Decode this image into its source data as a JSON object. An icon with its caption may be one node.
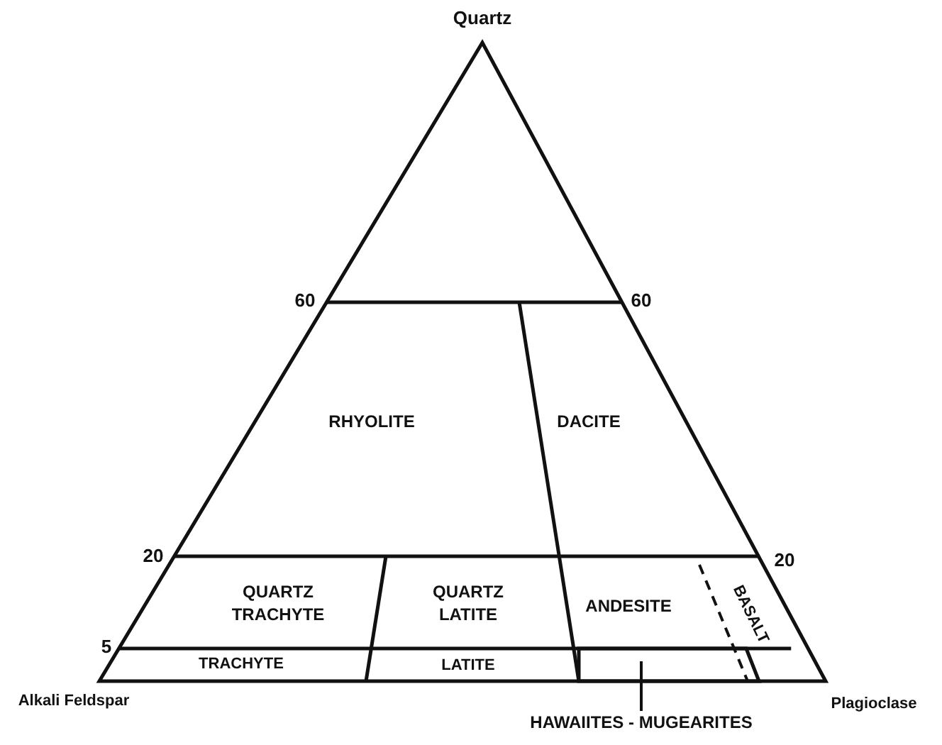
{
  "diagram": {
    "nodes": [
      {
        "text": [
          "HAWAIITES - MUGEARITES"
        ]
      },
      {
        "text": [],
        "shape": "box"
      }
    ],
    "edges": [
      {
        "from": 0,
        "to": 1,
        "arrow": "none"
      }
    ],
    "labels": [
      "Quartz",
      "60",
      "60",
      "RHYOLITE",
      "DACITE",
      "20",
      "20",
      "QUARTZ TRACHYTE",
      "QUARTZ LATITE",
      "ANDESITE",
      "BASALT",
      "5",
      "TRACHYTE",
      "LATITE",
      "Alkali Feldspar",
      "Plagioclase"
    ]
  }
}
